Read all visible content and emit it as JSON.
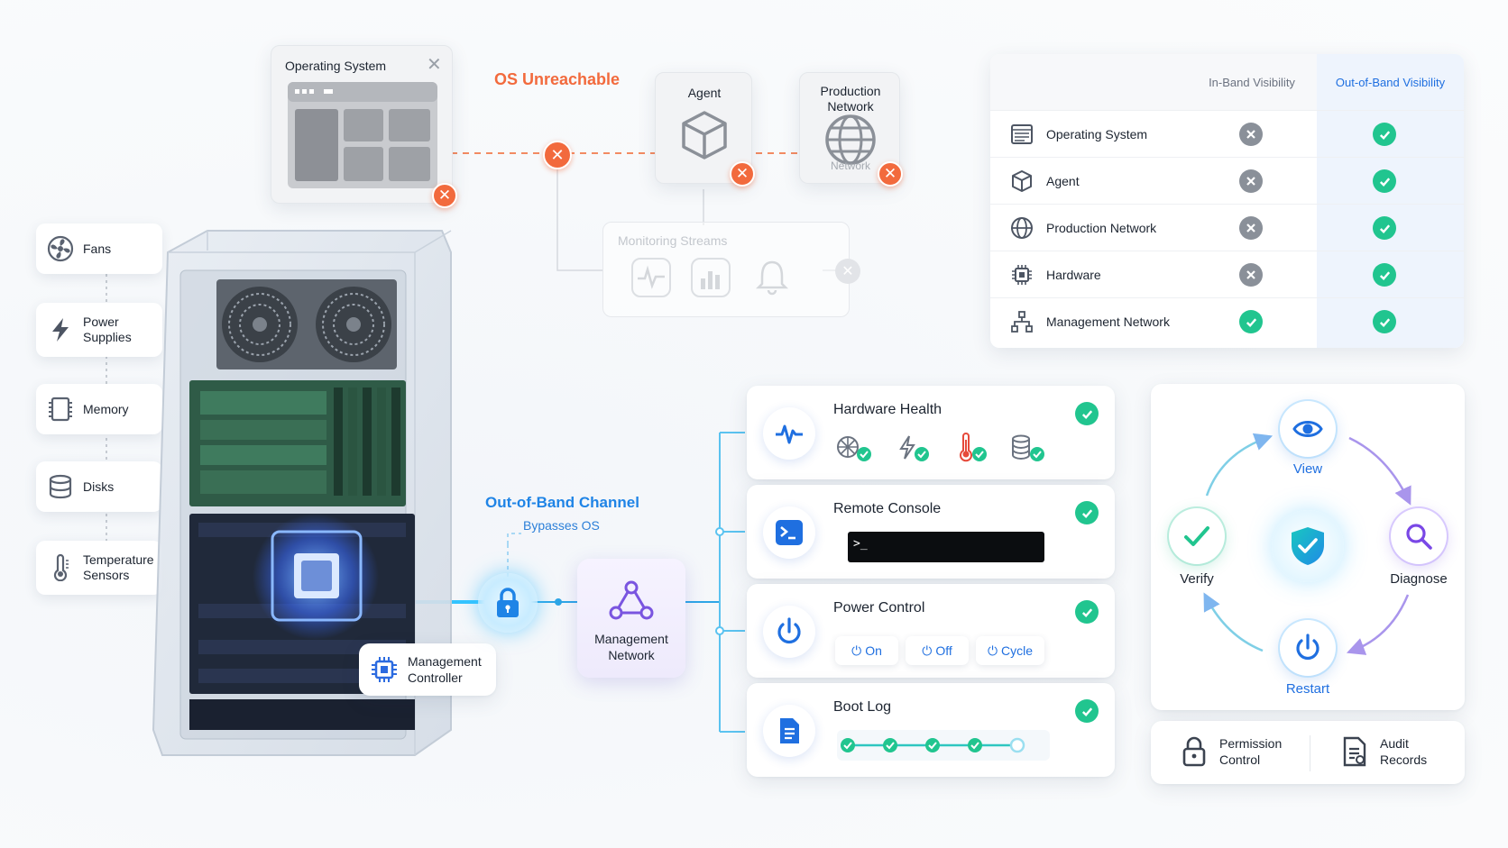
{
  "top": {
    "os_card_title": "Operating System",
    "os_unreachable": "OS Unreachable",
    "agent_title": "Agent",
    "prod_network_title": "Production Network",
    "prod_network_icon_label": "Network",
    "monitoring_streams": "Monitoring Streams"
  },
  "components": [
    {
      "label": "Fans",
      "icon": "fan-icon"
    },
    {
      "label": "Power Supplies",
      "icon": "lightning-icon"
    },
    {
      "label": "Memory",
      "icon": "memory-icon"
    },
    {
      "label": "Disks",
      "icon": "disk-icon"
    },
    {
      "label": "Temperature Sensors",
      "icon": "thermometer-icon"
    }
  ],
  "server": {
    "controller_label": "Management Controller"
  },
  "channel": {
    "title": "Out-of-Band Channel",
    "subtitle": "Bypasses OS",
    "network_label": "Management Network"
  },
  "visibility_table": {
    "col_inband": "In-Band Visibility",
    "col_outband": "Out-of-Band Visibility",
    "rows": [
      {
        "name": "Operating System",
        "inband": "no",
        "outband": "yes",
        "icon": "window-icon"
      },
      {
        "name": "Agent",
        "inband": "no",
        "outband": "yes",
        "icon": "cube-icon"
      },
      {
        "name": "Production Network",
        "inband": "no",
        "outband": "yes",
        "icon": "globe-icon"
      },
      {
        "name": "Hardware",
        "inband": "no",
        "outband": "yes",
        "icon": "chip-icon"
      },
      {
        "name": "Management Network",
        "inband": "yes",
        "outband": "yes",
        "icon": "network-icon"
      }
    ]
  },
  "features": {
    "hardware_health": "Hardware Health",
    "remote_console": "Remote Console",
    "console_prompt": ">_",
    "power_control": "Power Control",
    "power_on": "On",
    "power_off": "Off",
    "power_cycle": "Cycle",
    "boot_log": "Boot Log",
    "boot_progress_completed": 4,
    "boot_progress_total": 5
  },
  "cycle": {
    "view": "View",
    "diagnose": "Diagnose",
    "restart": "Restart",
    "verify": "Verify"
  },
  "bottom": {
    "permission": "Permission Control",
    "audit": "Audit Records"
  },
  "colors": {
    "accent_blue": "#1f6fe0",
    "alert_orange": "#f26a3d",
    "ok_green": "#21c58f",
    "cyan": "#2ec6ff"
  }
}
